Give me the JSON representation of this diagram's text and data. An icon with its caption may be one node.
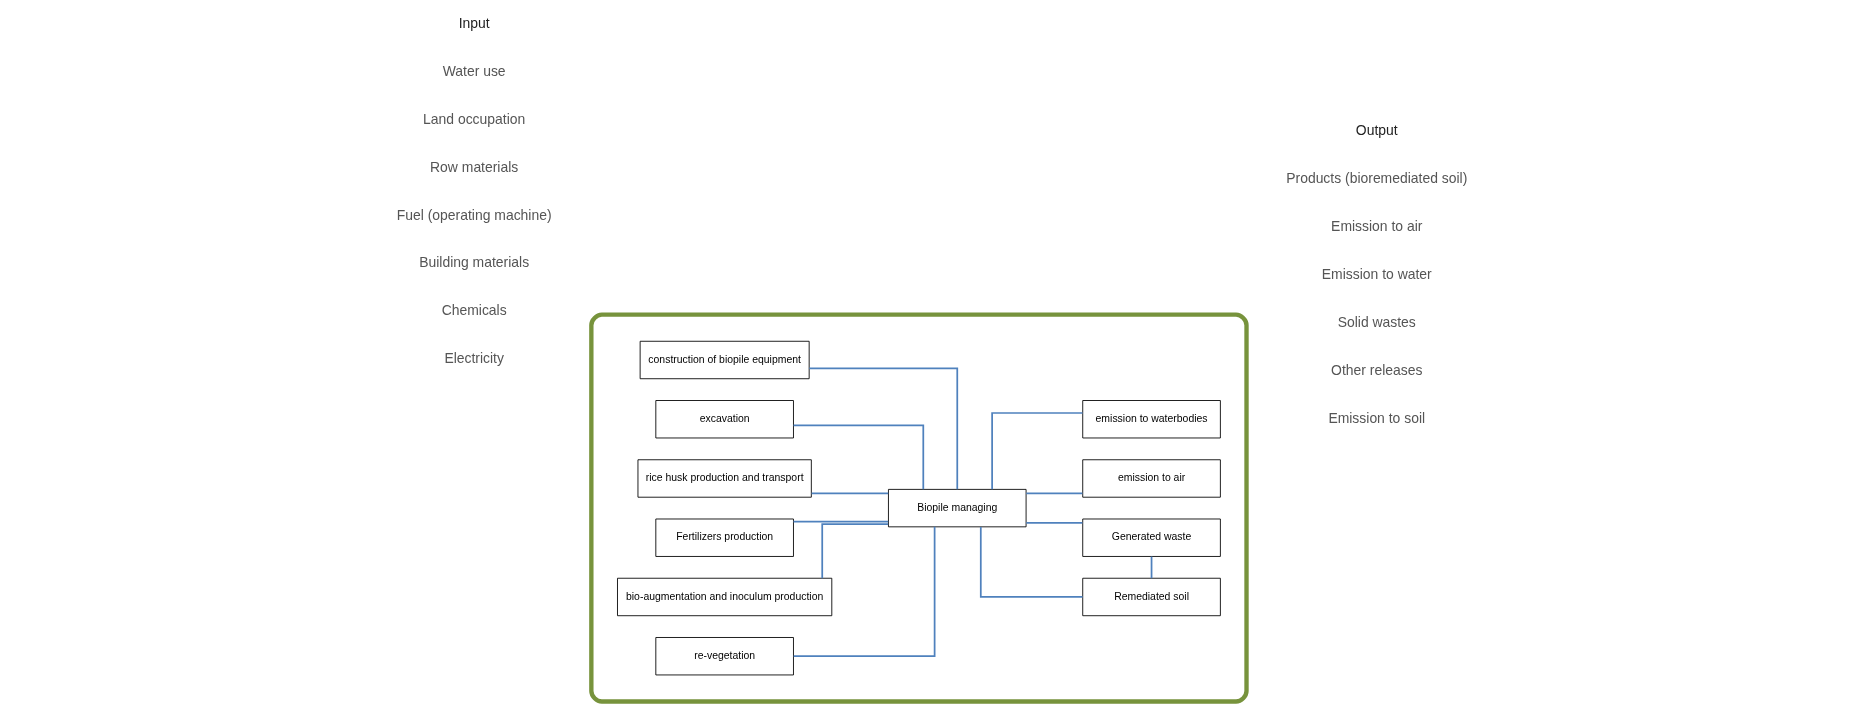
{
  "diagram": {
    "nodes": [
      {
        "text": [],
        "shape": "box"
      },
      {
        "text": [
          "construction of biopile equipment"
        ],
        "in": 0
      },
      {
        "text": [
          "excavation"
        ],
        "in": 0
      },
      {
        "text": [
          "rice husk production and transport"
        ],
        "in": 0
      },
      {
        "text": [
          "Fertilizers production"
        ],
        "in": 0
      },
      {
        "text": [
          "bio-augmentation and inoculum production"
        ],
        "in": 0
      },
      {
        "text": [
          "re-vegetation"
        ],
        "in": 0
      },
      {
        "text": [
          "Biopile managing"
        ],
        "in": 0
      },
      {
        "text": [
          "Remediated soil"
        ],
        "in": 0
      },
      {
        "text": [
          "Generated waste"
        ],
        "in": 0
      },
      {
        "text": [
          "emission to air"
        ],
        "in": 0
      },
      {
        "text": [
          "emission to waterbodies"
        ],
        "in": 0
      }
    ],
    "edges": [
      {
        "from": 1,
        "to": 7,
        "arrow": "none"
      },
      {
        "from": 2,
        "to": 7,
        "arrow": "none"
      },
      {
        "from": 3,
        "to": 7,
        "arrow": "none"
      },
      {
        "from": 4,
        "to": 7,
        "arrow": "none"
      },
      {
        "from": 5,
        "to": 7,
        "arrow": "none"
      },
      {
        "from": 6,
        "to": 7,
        "arrow": "none"
      },
      {
        "from": 7,
        "to": 8,
        "arrow": "none"
      },
      {
        "from": 7,
        "to": 9,
        "arrow": "none"
      },
      {
        "from": 7,
        "to": 10,
        "arrow": "none"
      },
      {
        "from": 7,
        "to": 11,
        "arrow": "none"
      },
      {
        "from": 8,
        "to": 9,
        "arrow": "none"
      }
    ],
    "labels": [
      "Input",
      "Water use",
      "Land occupation",
      "Row materials",
      "Electricity",
      "Fuel (operating machine)",
      "Building materials",
      "Chemicals",
      "Output",
      "Products (bioremediated soil)",
      "Emission to air",
      "Emission to soil",
      "Emission to water",
      "Solid wastes",
      "Other releases"
    ]
  }
}
